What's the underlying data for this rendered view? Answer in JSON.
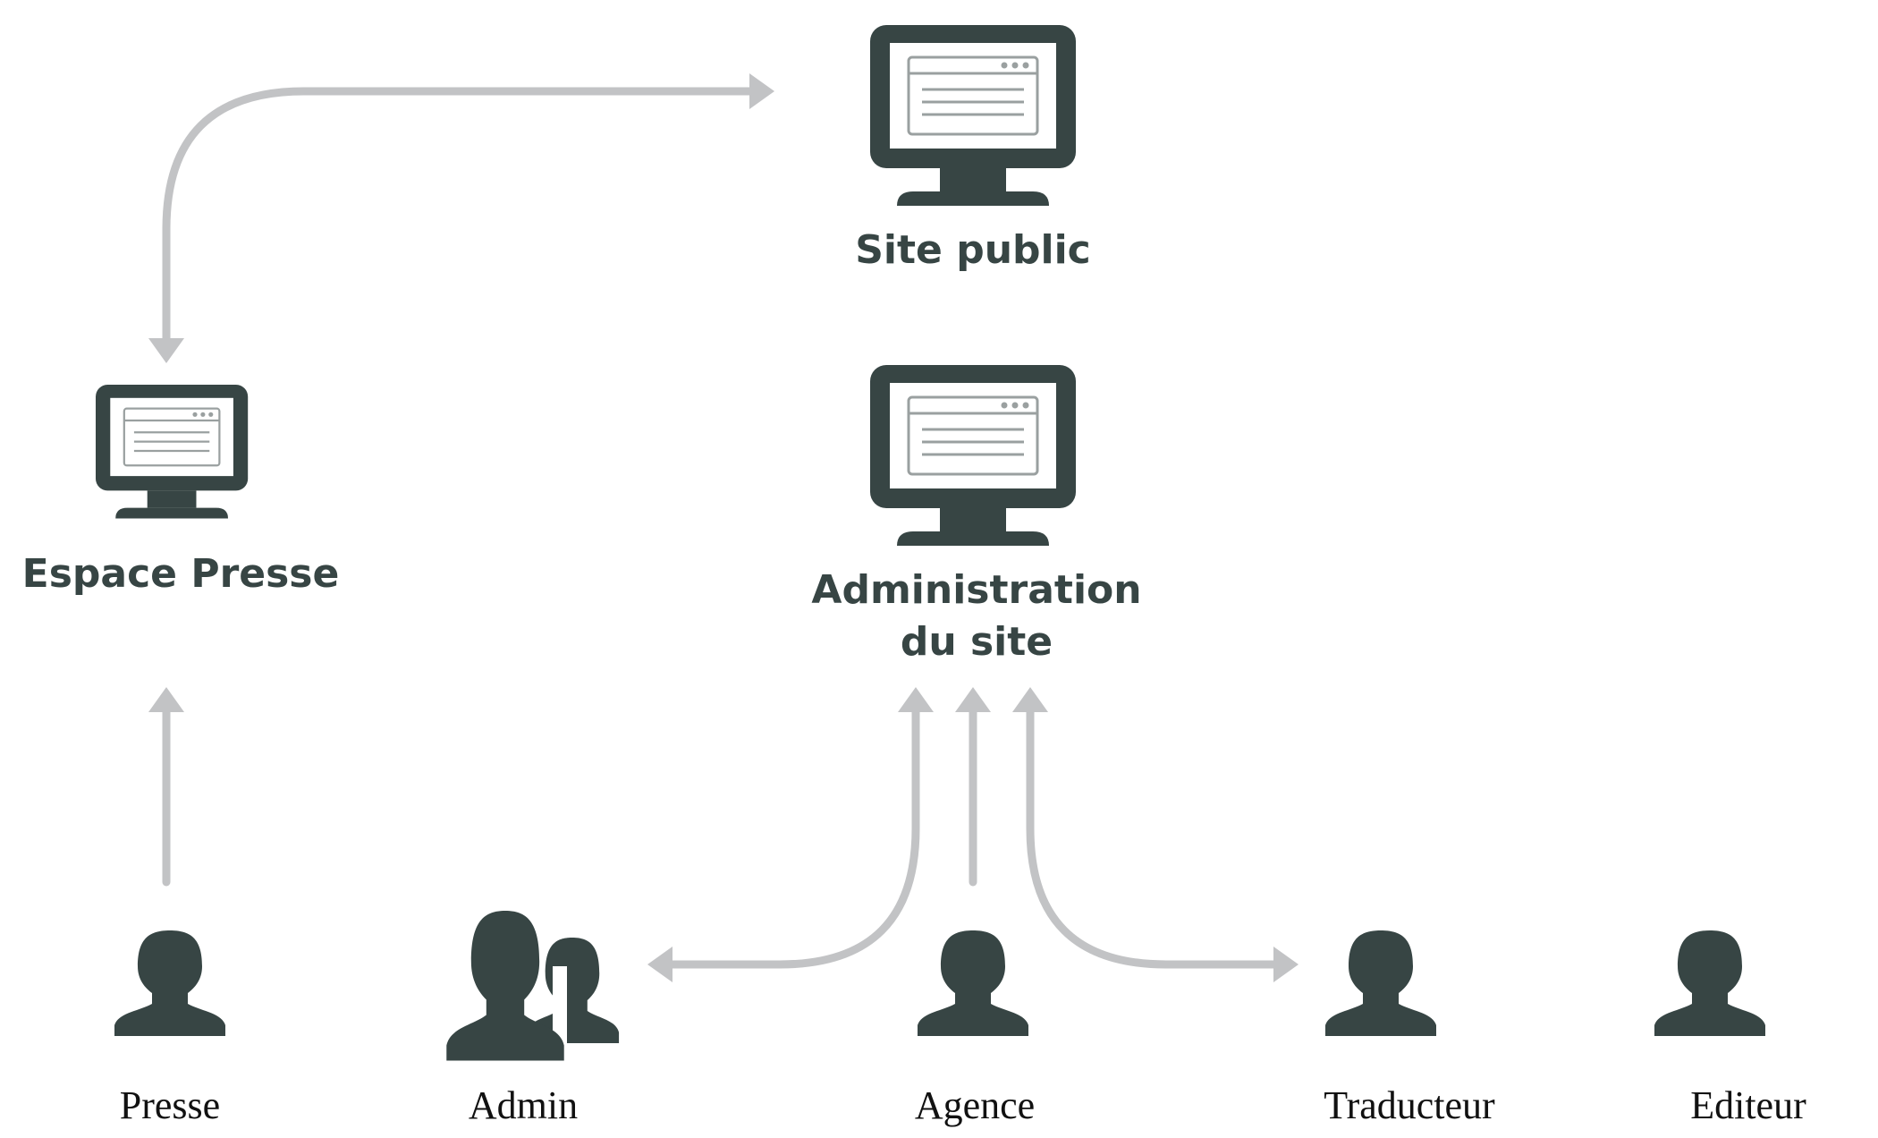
{
  "colors": {
    "icon": "#374544",
    "screen": "#ffffff",
    "window_line": "#9aa0a0",
    "arrow": "#c2c3c5"
  },
  "nodes": {
    "site_public": {
      "label": "Site public",
      "icon": "monitor-icon"
    },
    "espace_presse": {
      "label": "Espace Presse",
      "icon": "monitor-icon"
    },
    "administration": {
      "label_line1": "Administration",
      "label_line2": "du site",
      "icon": "monitor-icon"
    }
  },
  "people": [
    {
      "key": "presse",
      "label": "Presse",
      "icon": "user-icon"
    },
    {
      "key": "admin",
      "label": "Admin",
      "icon": "users-icon"
    },
    {
      "key": "agence",
      "label": "Agence",
      "icon": "user-icon"
    },
    {
      "key": "traducteur",
      "label": "Traducteur",
      "icon": "user-icon"
    },
    {
      "key": "editeur",
      "label": "Editeur",
      "icon": "user-icon"
    }
  ]
}
